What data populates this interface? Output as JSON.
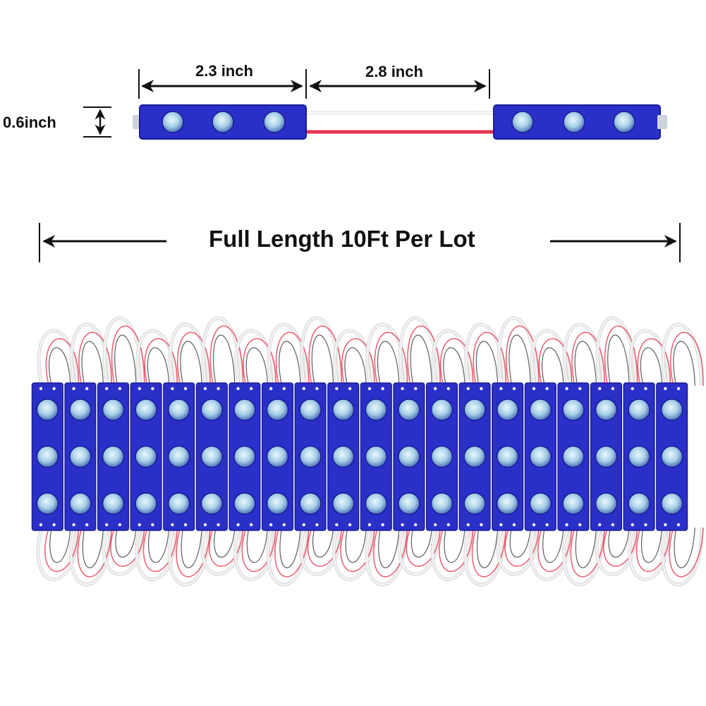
{
  "labels": {
    "module_width": "2.3 inch",
    "wire_length": "2.8 inch",
    "module_height": "0.6inch",
    "full_length": "Full Length 10Ft Per Lot"
  },
  "module": {
    "leds_per_module": 3
  },
  "strip": {
    "modules_shown": 20
  },
  "colors": {
    "module_body": "#2a2fc8",
    "module_edge": "#1a1d96",
    "led_lens": "#a8d0e6",
    "wire_red": "#e8344f",
    "wire_white": "#f2f2f2",
    "wire_black": "#1a1a1a",
    "arrow": "#111111"
  }
}
